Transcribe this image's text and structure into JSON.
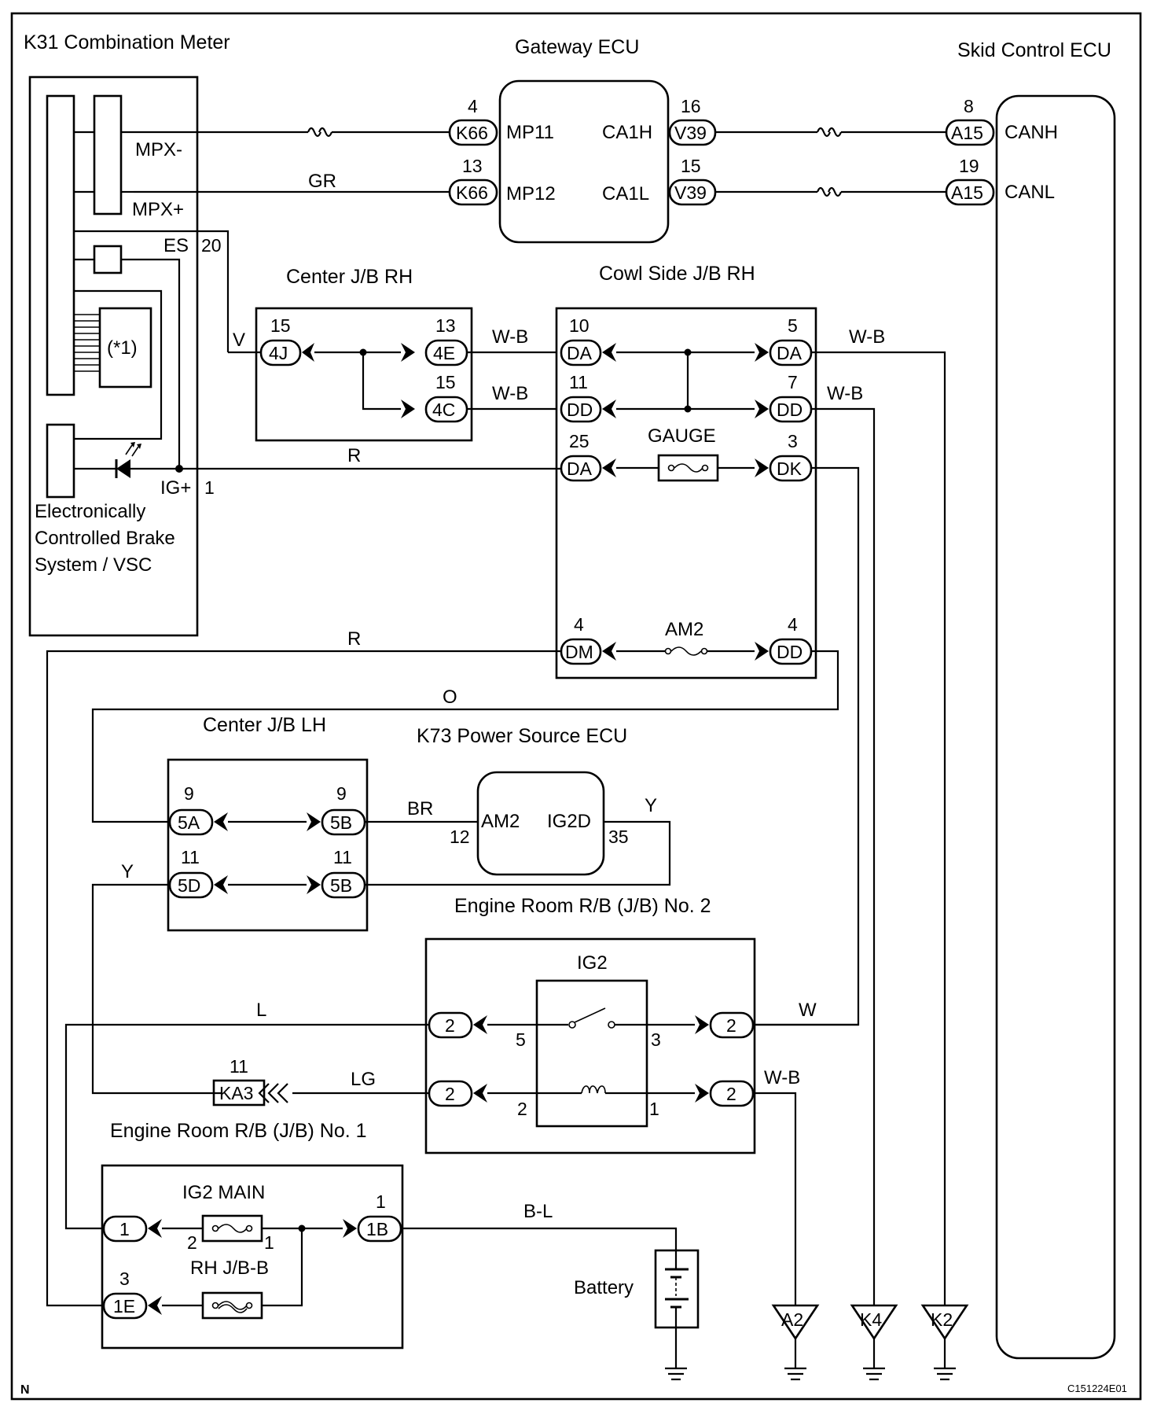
{
  "components": {
    "combination_meter": "K31 Combination Meter",
    "gateway_ecu": "Gateway ECU",
    "skid_control_ecu": "Skid Control ECU",
    "center_jb_rh": "Center J/B RH",
    "cowl_side_jb_rh": "Cowl Side J/B RH",
    "center_jb_lh": "Center J/B LH",
    "power_source_ecu": "K73 Power Source ECU",
    "engine_room_rb_no2": "Engine Room R/B (J/B) No. 2",
    "engine_room_rb_no1": "Engine Room R/B (J/B) No. 1",
    "battery": "Battery",
    "brake_system_line1": "Electronically",
    "brake_system_line2": "Controlled Brake",
    "brake_system_line3": "System / VSC",
    "note_ref": "(*1)"
  },
  "terminals": {
    "mpx_minus": "MPX-",
    "mpx_plus": "MPX+",
    "es": "ES",
    "es_pin": "20",
    "ig_plus": "IG+",
    "ig_plus_pin": "1",
    "mp11": "MP11",
    "mp12": "MP12",
    "ca1h": "CA1H",
    "ca1l": "CA1L",
    "canh": "CANH",
    "canl": "CANL",
    "am2": "AM2",
    "ig2d": "IG2D",
    "am2_pin": "12",
    "ig2d_pin": "35"
  },
  "connectors": {
    "k66_a": "K66",
    "k66_a_pin": "4",
    "k66_b": "K66",
    "k66_b_pin": "13",
    "v39_a": "V39",
    "v39_a_pin": "16",
    "v39_b": "V39",
    "v39_b_pin": "15",
    "a15_a": "A15",
    "a15_a_pin": "8",
    "a15_b": "A15",
    "a15_b_pin": "19",
    "c4j": "4J",
    "c4j_pin": "15",
    "c4e": "4E",
    "c4e_pin": "13",
    "c4c": "4C",
    "c4c_pin": "15",
    "da_10": "DA",
    "da_10_pin": "10",
    "dd_11": "DD",
    "dd_11_pin": "11",
    "da_25": "DA",
    "da_25_pin": "25",
    "dm_4": "DM",
    "dm_4_pin": "4",
    "da_5": "DA",
    "da_5_pin": "5",
    "dd_7": "DD",
    "dd_7_pin": "7",
    "dk_3": "DK",
    "dk_3_pin": "3",
    "dd_4": "DD",
    "dd_4_pin": "4",
    "c5a": "5A",
    "c5a_pin": "9",
    "c5b_9": "5B",
    "c5b_9_pin": "9",
    "c5d": "5D",
    "c5d_pin": "11",
    "c5b_11": "5B",
    "c5b_11_pin": "11",
    "er2_l1": "2",
    "er2_r1": "2",
    "er2_l2": "2",
    "er2_r2": "2",
    "ka3": "KA3",
    "ka3_pin": "11",
    "er1_1": "1",
    "er1_1b": "1B",
    "er1_1b_pin": "1",
    "er1_1e": "1E",
    "er1_1e_pin": "3"
  },
  "fuses_relays": {
    "gauge": "GAUGE",
    "am2": "AM2",
    "ig2_relay": "IG2",
    "ig2_main": "IG2 MAIN",
    "rh_jb_b": "RH J/B-B",
    "relay_pin_5": "5",
    "relay_pin_3": "3",
    "relay_pin_2": "2",
    "relay_pin_1": "1",
    "ig2main_pin_2": "2",
    "ig2main_pin_1": "1"
  },
  "wire_colors": {
    "gr": "GR",
    "v": "V",
    "wb_1": "W-B",
    "wb_2": "W-B",
    "wb_3": "W-B",
    "wb_4": "W-B",
    "wb_5": "W-B",
    "r_1": "R",
    "r_2": "R",
    "o": "O",
    "br": "BR",
    "y_1": "Y",
    "y_2": "Y",
    "l": "L",
    "w": "W",
    "lg": "LG",
    "bl": "B-L"
  },
  "grounds": [
    "A2",
    "K4",
    "K2"
  ],
  "footer": {
    "left_mark": "N",
    "figure_id": "C151224E01"
  }
}
